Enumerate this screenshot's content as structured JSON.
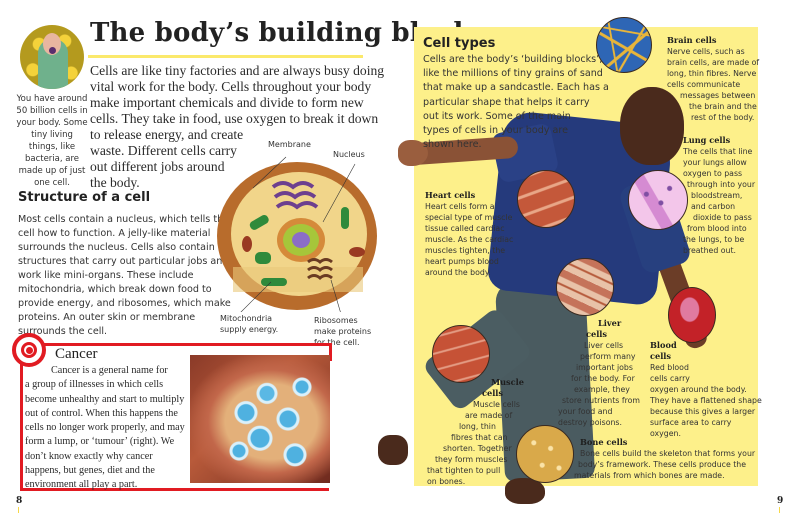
{
  "left_page": {
    "title": "The body’s building blocks",
    "side_note": [
      "You have around",
      "50 billion cells in",
      "your body. Some",
      "tiny living",
      "things, like",
      "bacteria, are",
      "made up of just",
      "one cell."
    ],
    "intro_lines": [
      "Cells are like tiny factories and are always busy doing",
      "vital work for the body. Cells throughout your body",
      "make important chemicals and divide to form new",
      "cells. They take in food, use oxygen to break it down",
      "to release energy, and create",
      "waste. Different cells carry",
      "out different jobs around",
      "the body."
    ],
    "structure": {
      "heading": "Structure of a cell",
      "lines": [
        "Most cells contain a nucleus, which tells the",
        "cell how to function. A jelly-like material",
        "surrounds the nucleus. Cells also contain",
        "structures that carry out particular jobs and",
        "work like mini-organs. These include",
        "mitochondria, which break down food to",
        "provide energy, and ribosomes, which make",
        "proteins. An outer skin or membrane",
        "surrounds the cell."
      ]
    },
    "diagram_labels": {
      "membrane": "Membrane",
      "nucleus": "Nucleus",
      "mitochondria": [
        "Mitochondria",
        "supply energy."
      ],
      "ribosomes": [
        "Ribosomes",
        "make proteins",
        "for the cell."
      ]
    },
    "cancer": {
      "title": "Cancer",
      "lines": [
        "Cancer is a general name for",
        "a group of illnesses in which cells",
        "become unhealthy and start to multiply",
        "out of control. When this happens the",
        "cells no longer work properly, and may",
        "form a lump, or ‘tumour’ (right). We",
        "don’t know exactly why cancer",
        "happens, but genes, diet and the",
        "environment all play a part."
      ]
    },
    "page_number": "8"
  },
  "right_page": {
    "heading": "Cell types",
    "intro_lines": [
      "Cells are the body’s ‘building blocks’,",
      "like the millions of tiny grains of sand",
      "that make up a sandcastle. Each has a",
      "particular shape that helps it carry",
      "out its work. Some of the main",
      "types of cells in your body are",
      "shown here."
    ],
    "cells": {
      "brain": {
        "title": "Brain cells",
        "lines": [
          "Nerve cells, such as",
          "brain cells, are made of",
          "long, thin fibres. Nerve",
          "cells communicate",
          "messages between",
          "the brain and the",
          "rest of the body."
        ]
      },
      "lung": {
        "title": "Lung cells",
        "lines": [
          "The cells that line",
          "your lungs allow",
          "oxygen to pass",
          "through into your",
          "bloodstream,",
          "and carbon",
          "dioxide to pass",
          "from blood into",
          "the lungs, to be",
          "breathed out."
        ]
      },
      "heart": {
        "title": "Heart cells",
        "lines": [
          "Heart cells form a",
          "special type of muscle",
          "tissue called cardiac",
          "muscle. As the cardiac",
          "muscles tighten, the",
          "heart pumps blood",
          "around the body."
        ]
      },
      "liver": {
        "title_lines": [
          "Liver",
          "cells"
        ],
        "lines": [
          "Liver cells",
          "perform many",
          "important jobs",
          "for the body. For",
          "example, they",
          "store nutrients from",
          "your food and",
          "destroy poisons."
        ]
      },
      "blood": {
        "title_lines": [
          "Blood",
          "cells"
        ],
        "lines": [
          "Red blood",
          "cells carry",
          "oxygen around the body.",
          "They have a flattened shape",
          "because this gives a larger",
          "surface area to carry",
          "oxygen."
        ]
      },
      "muscle": {
        "title_lines": [
          "Muscle",
          "cells"
        ],
        "lines": [
          "Muscle cells",
          "are made of",
          "long, thin",
          "fibres that can",
          "shorten. Together",
          "they form muscles",
          "that tighten to pull",
          "on bones."
        ]
      },
      "bone": {
        "title": "Bone cells",
        "lines": [
          "Bone cells build the skeleton that forms your",
          "body’s framework. These cells produce the",
          "materials from which bones are made."
        ]
      }
    },
    "page_number": "9"
  },
  "colors": {
    "panel_yellow": "#fdf08a",
    "title_rule": "#fbe96b",
    "cancer_red": "#e11b22",
    "shirt_blue": "#253a7c"
  }
}
